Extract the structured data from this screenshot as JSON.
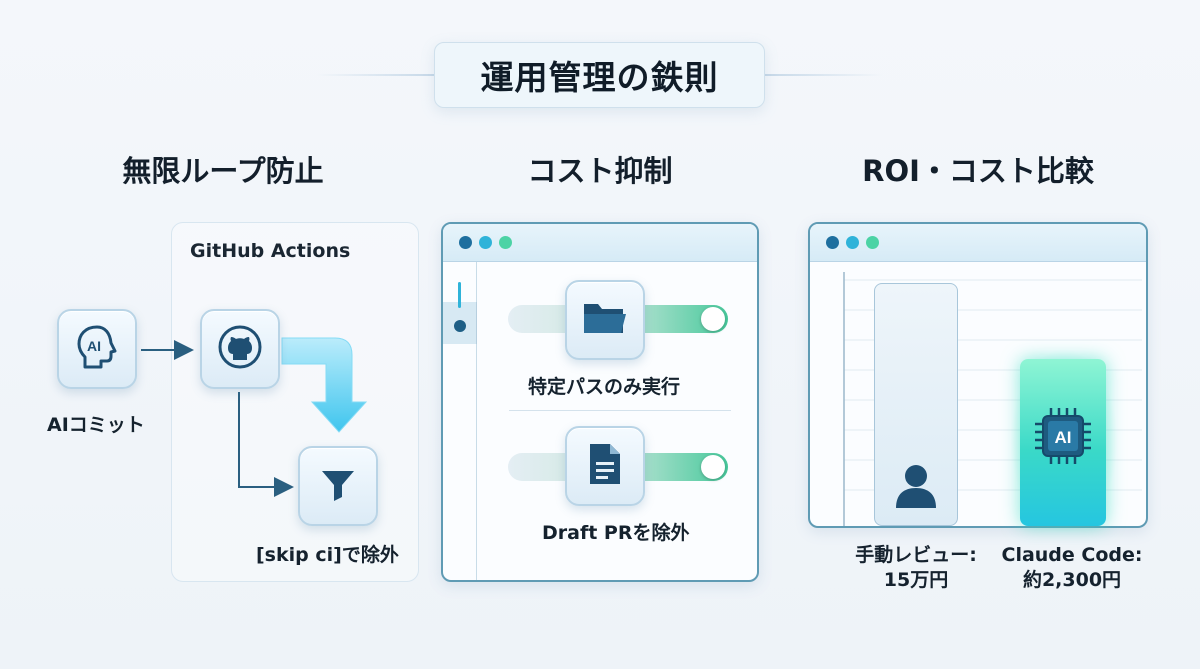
{
  "title": "運用管理の鉄則",
  "sections": {
    "loop": {
      "heading": "無限ループ防止",
      "panel_title": "GitHub Actions",
      "ai_commit_label": "AIコミット",
      "skip_label": "[skip ci]で除外",
      "icons": [
        "ai-head-icon",
        "github-icon",
        "filter-icon"
      ]
    },
    "cost": {
      "heading": "コスト抑制",
      "items": [
        {
          "label": "特定パスのみ実行",
          "icon": "folder-icon",
          "enabled": true
        },
        {
          "label": "Draft PRを除外",
          "icon": "document-icon",
          "enabled": true
        }
      ]
    },
    "roi": {
      "heading": "ROI・コスト比較",
      "bars": [
        {
          "label_line1": "手動レビュー:",
          "label_line2": "15万円",
          "icon": "person-icon"
        },
        {
          "label_line1": "Claude Code:",
          "label_line2": "約2,300円",
          "icon": "ai-chip-icon"
        }
      ]
    }
  },
  "colors": {
    "accent_teal": "#1e4f6e",
    "toggle_on": "#48c99c",
    "window_dots": [
      "#1e6f9f",
      "#2fb3d9",
      "#4cd3a5"
    ]
  }
}
